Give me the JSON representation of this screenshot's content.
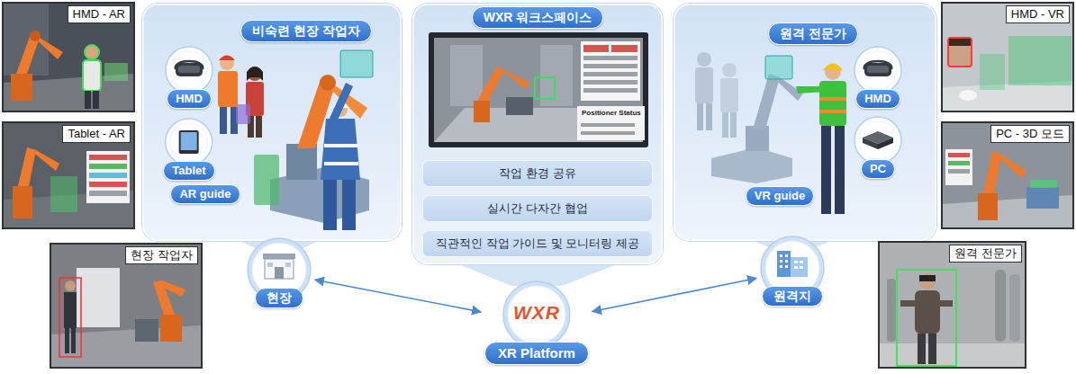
{
  "diagram": {
    "nodes": [
      {
        "text": [
          "HMD - AR"
        ]
      },
      {
        "text": [
          "Tablet - AR"
        ]
      },
      {
        "text": [
          "현장 작업자"
        ]
      },
      {
        "text": [
          "비숙련 현장 작업자"
        ]
      },
      {
        "text": [
          "HMD"
        ],
        "in": 3
      },
      {
        "text": [
          "Tablet"
        ],
        "in": 3
      },
      {
        "text": [
          "AR guide"
        ],
        "in": 3
      },
      {
        "text": [
          "현장"
        ]
      },
      {
        "text": [
          "WXR 워크스페이스"
        ]
      },
      {
        "text": [
          "작업 환경 공유"
        ],
        "in": 8
      },
      {
        "text": [
          "실시간 다자간 협업"
        ],
        "in": 8
      },
      {
        "text": [
          "직관적인 작업 가이드 및 모니터링 제공"
        ],
        "in": 8
      },
      {
        "text": [
          "WXR",
          "XR Platform"
        ]
      },
      {
        "text": [
          "원격 전문가"
        ]
      },
      {
        "text": [
          "HMD"
        ],
        "in": 13
      },
      {
        "text": [
          "PC"
        ],
        "in": 13
      },
      {
        "text": [
          "VR guide"
        ],
        "in": 13
      },
      {
        "text": [
          "원격지"
        ]
      },
      {
        "text": [
          "HMD - VR"
        ]
      },
      {
        "text": [
          "PC - 3D 모드"
        ]
      },
      {
        "text": [
          "원격 전문가"
        ]
      }
    ],
    "edges": [
      {
        "from": 7,
        "to": 12,
        "arrow": "both"
      },
      {
        "from": 12,
        "to": 17,
        "arrow": "both"
      }
    ],
    "labels": [
      "Positioner Status"
    ]
  }
}
